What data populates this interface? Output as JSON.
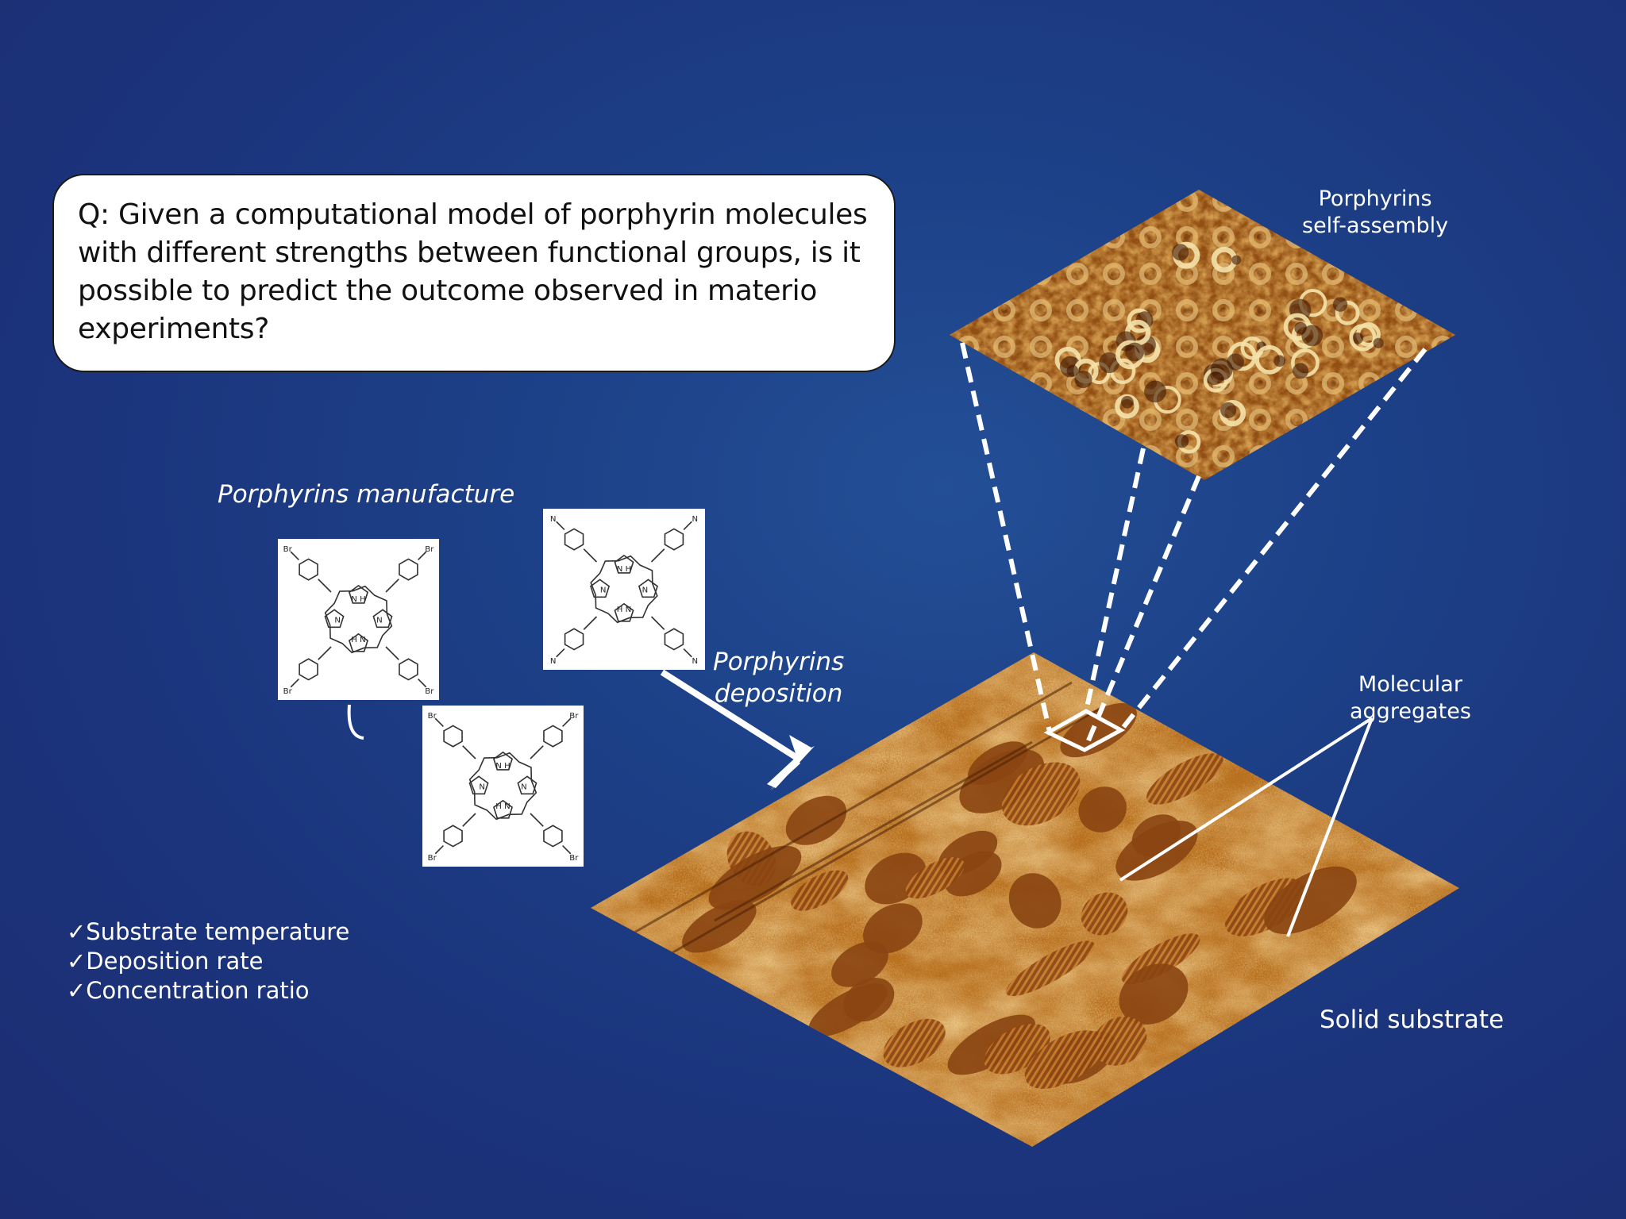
{
  "question": {
    "text": "Q: Given a computational model of porphyrin molecules with different strengths between functional groups, is it possible to predict the outcome observed in materio experiments?"
  },
  "labels": {
    "manufacture": "Porphyrins manufacture",
    "deposition_line1": "Porphyrins",
    "deposition_line2": "deposition",
    "self_assembly_line1": "Porphyrins",
    "self_assembly_line2": "self-assembly",
    "aggregates_line1": "Molecular",
    "aggregates_line2": "aggregates",
    "substrate": "Solid substrate"
  },
  "parameters": [
    "✓Substrate temperature",
    "✓Deposition rate",
    "✓Concentration ratio"
  ],
  "molecules": {
    "bromo_phenyl": {
      "substituent": "Br",
      "core_top": "N\nH",
      "core_bottom": "H\nN",
      "ring_n": "N"
    },
    "pyridyl": {
      "substituent": "N",
      "core_top": "N\nH",
      "core_bottom": "H\nN",
      "ring_n": "N"
    }
  },
  "colors": {
    "background": "#1c3f86",
    "stm_bright": "#f0d590",
    "stm_mid": "#c67f2a",
    "stm_dark": "#5a2708",
    "annotation_lines": "#ffffff"
  }
}
